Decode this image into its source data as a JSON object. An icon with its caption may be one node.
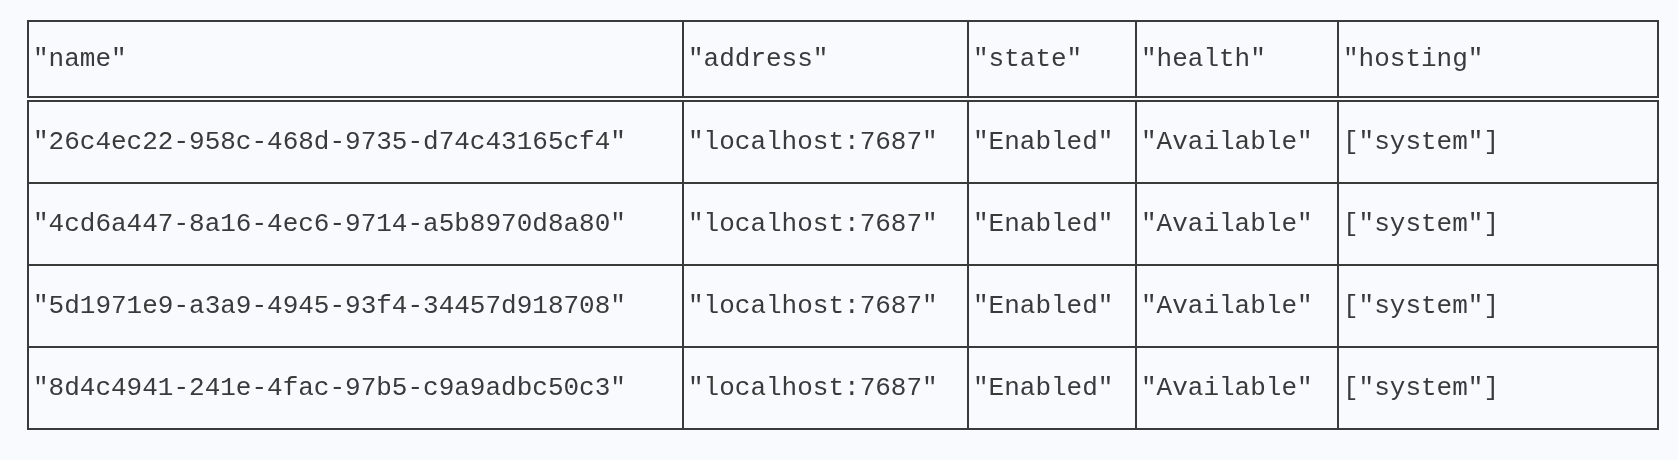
{
  "diagram": {
    "labels": [
      "\"name\"",
      "\"address\"",
      "\"state\"",
      "\"health\"",
      "\"hosting\"",
      "\"26c4ec22-958c-468d-9735-d74c43165cf4\"",
      "\"localhost:7687\"",
      "\"Enabled\"",
      "\"Available\"",
      "[\"system\"]",
      "\"4cd6a447-8a16-4ec6-9714-a5b8970d8a80\"",
      "\"localhost:7687\"",
      "\"Enabled\"",
      "\"Available\"",
      "[\"system\"]",
      "\"5d1971e9-a3a9-4945-93f4-34457d918708\"",
      "\"localhost:7687\"",
      "\"Enabled\"",
      "\"Available\"",
      "[\"system\"]",
      "\"8d4c4941-241e-4fac-97b5-c9a9adbc50c3\"",
      "\"localhost:7687\"",
      "\"Enabled\"",
      "\"Available\"",
      "[\"system\"]"
    ]
  }
}
